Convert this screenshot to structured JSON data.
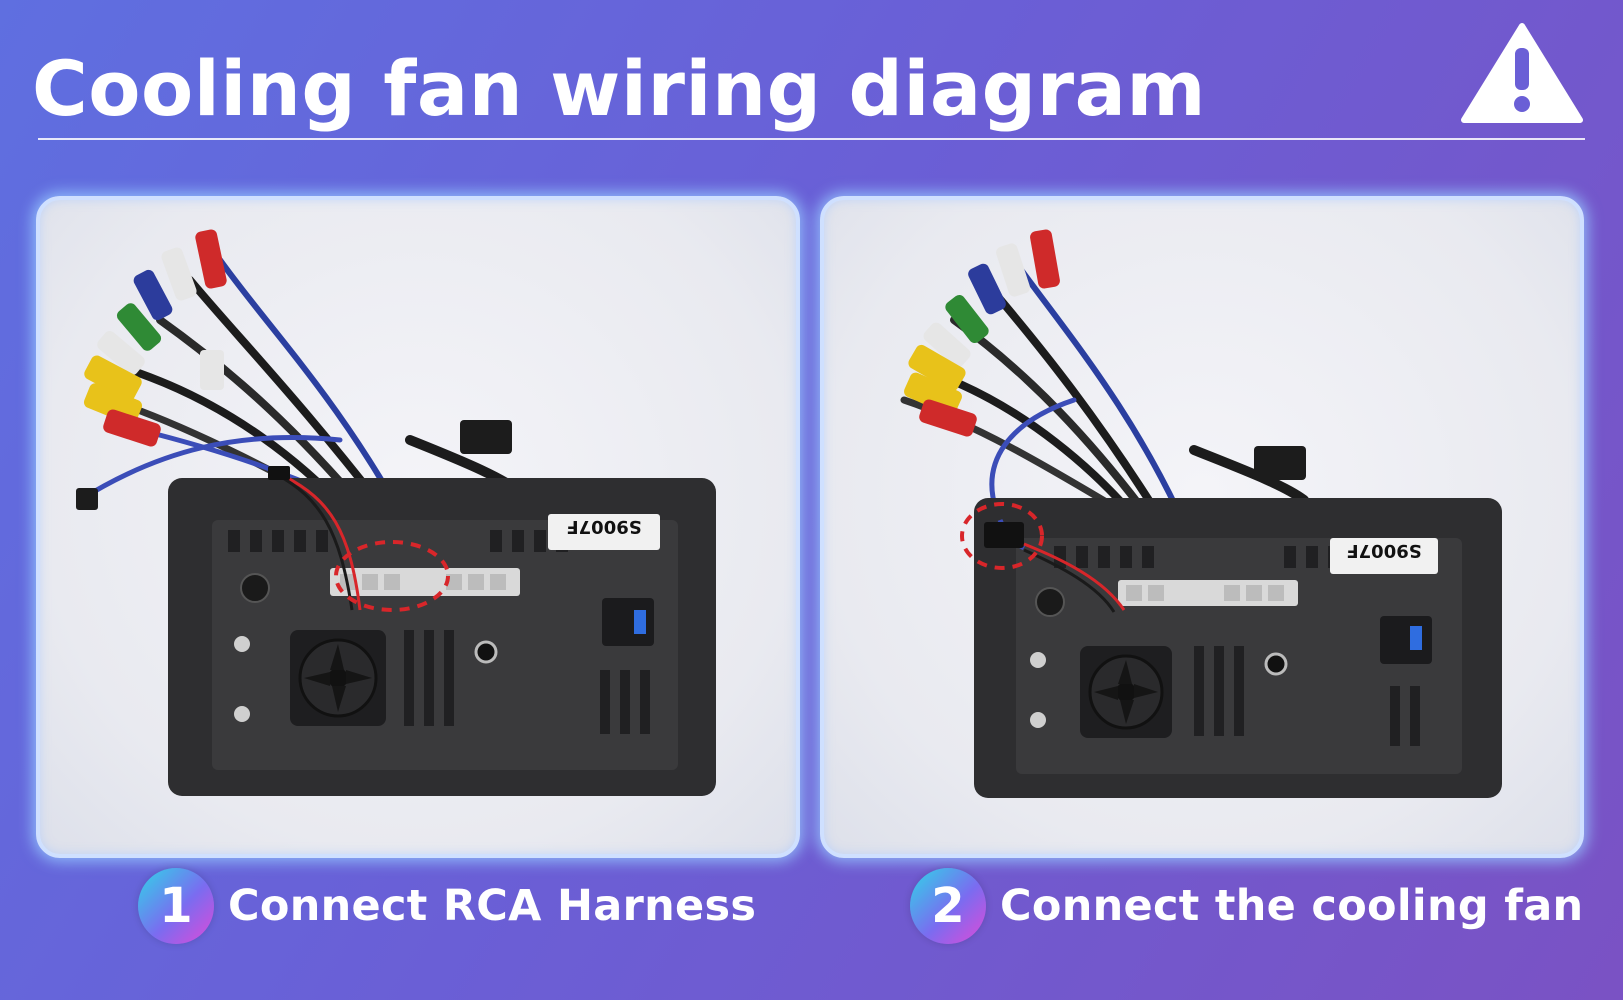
{
  "header": {
    "title": "Cooling fan wiring diagram",
    "warning_icon": "warning-triangle-icon"
  },
  "steps": [
    {
      "number": "1",
      "label": "Connect RCA Harness"
    },
    {
      "number": "2",
      "label": "Connect the cooling fan"
    }
  ],
  "panels": [
    {
      "unit_label": "S9007F",
      "highlight": "rca-connector"
    },
    {
      "unit_label": "S9007F",
      "highlight": "fan-connector"
    }
  ],
  "colors": {
    "accent_ring": "#d8262a",
    "badge_start": "#2ed6e8",
    "badge_end": "#e04ad8"
  }
}
